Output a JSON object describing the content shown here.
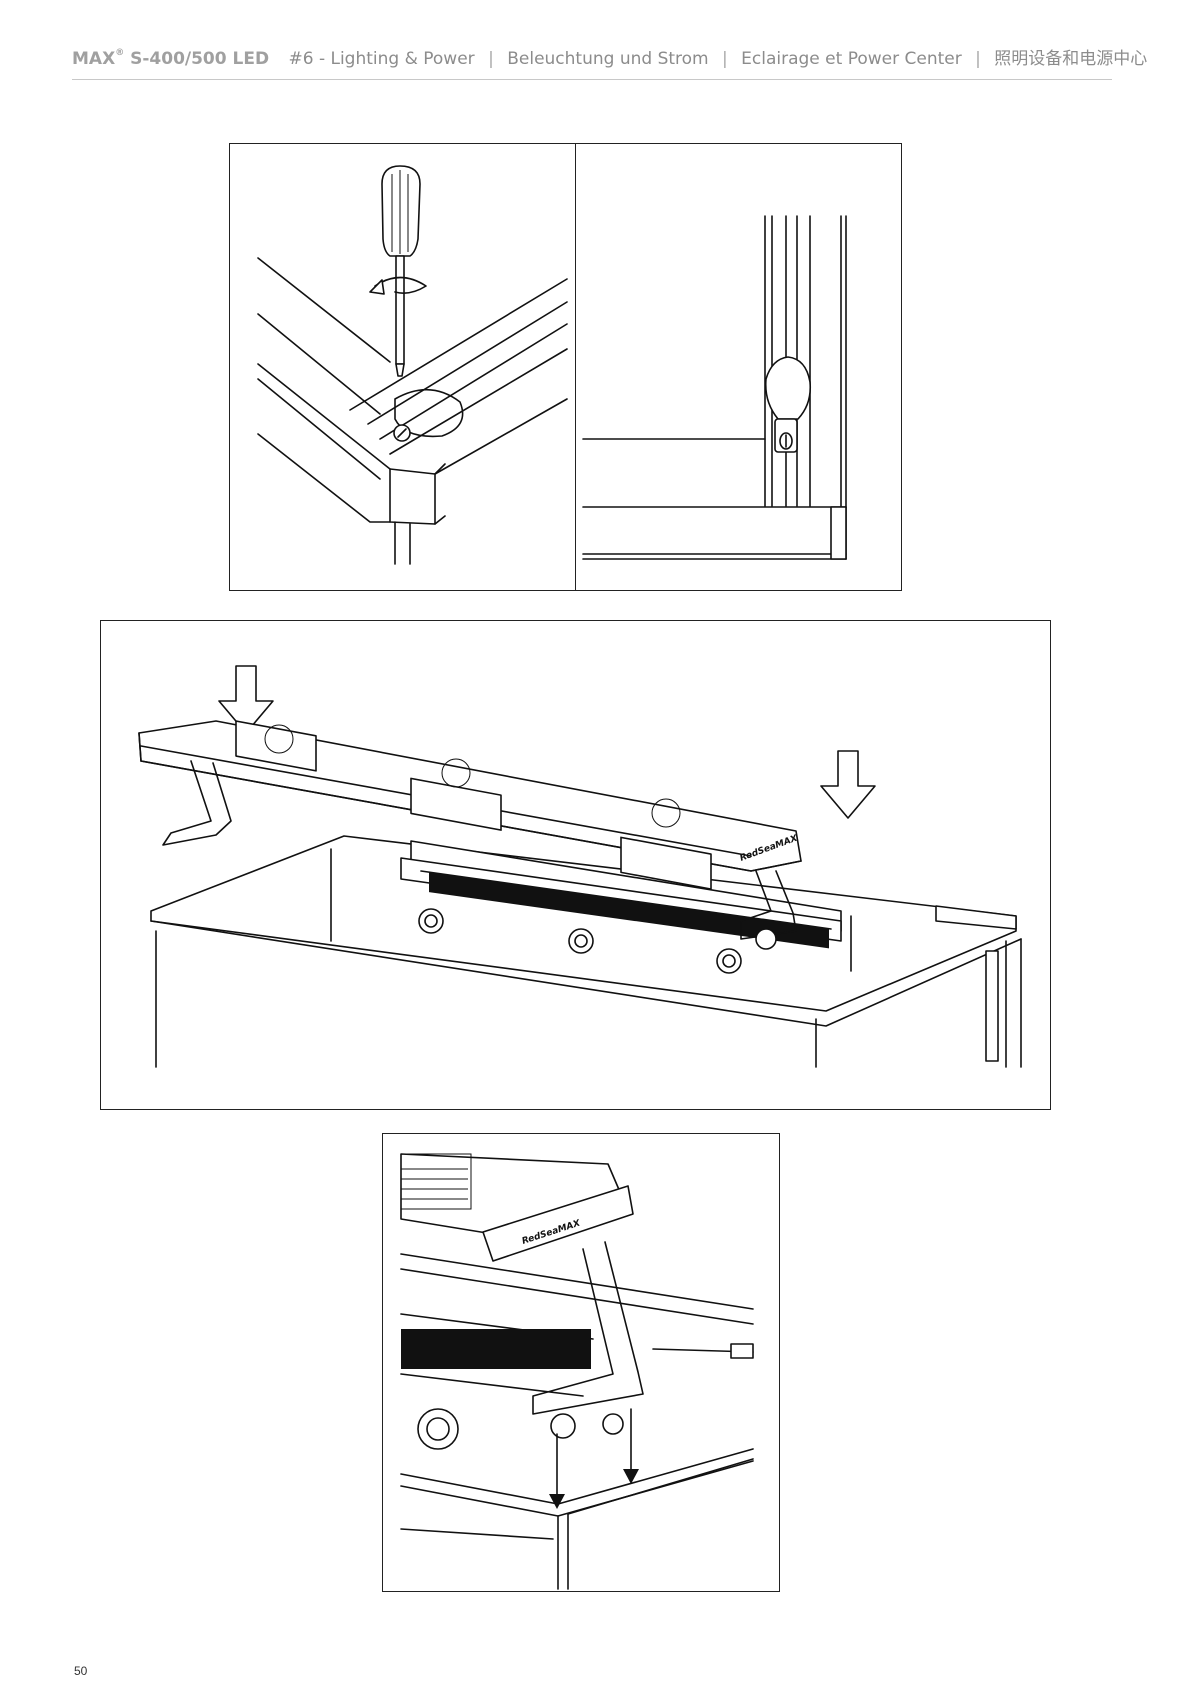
{
  "header": {
    "brand": "MAX",
    "brand_mark": "®",
    "model": "S-400/500 LED",
    "section": "#6 - Lighting & Power",
    "section_de": "Beleuchtung und Strom",
    "section_fr": "Eclairage et Power Center",
    "section_zh": "照明设备和电源中心",
    "separator": "|"
  },
  "figures": {
    "logo_text": "RedSeaMAX"
  },
  "footer": {
    "page_number": "50"
  }
}
